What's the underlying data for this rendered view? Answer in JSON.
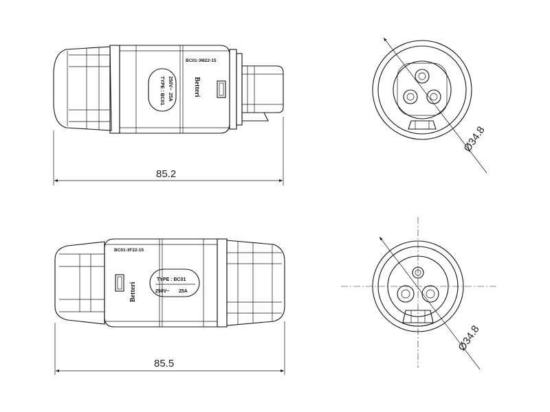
{
  "male": {
    "part_number": "BC01-3M22-15",
    "type_label": "TYPE : BC01",
    "rating_voltage": "250V~",
    "rating_current": "25A",
    "brand": "Betteri",
    "length": "85.2",
    "diameter": "Ø34.8"
  },
  "female": {
    "part_number": "BC01-3F22-15",
    "type_label": "TYPE : BC01",
    "rating_voltage": "250V~",
    "rating_current": "25A",
    "brand": "Betteri",
    "length": "85.5",
    "diameter": "Ø34.8"
  }
}
